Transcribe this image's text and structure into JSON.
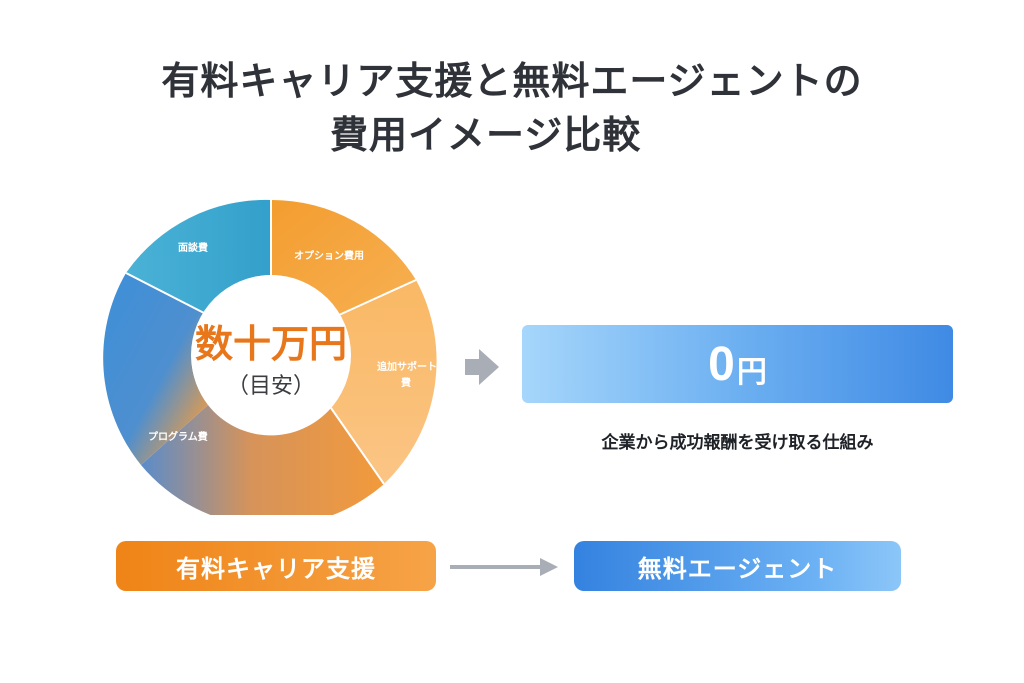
{
  "title": {
    "line1": "有料キャリア支援と無料エージェントの",
    "line2": "費用イメージ比較"
  },
  "donut": {
    "center_main": "数十万円",
    "center_sub": "（目安）",
    "segments": [
      {
        "label": "面談費",
        "color": "#3aa7cf"
      },
      {
        "label": "オプション費用",
        "color": "#f5a43a"
      },
      {
        "label": "追加サポート費",
        "label_line1": "追加サポート",
        "label_line2": "費",
        "color": "#f9ba6b"
      },
      {
        "label": "プログラム費",
        "color": "#3c8ad6"
      }
    ]
  },
  "free_panel": {
    "amount": "0",
    "unit": "円",
    "caption": "企業から成功報酬を受け取る仕組み"
  },
  "comparison": {
    "paid_label": "有料キャリア支援",
    "free_label": "無料エージェント"
  },
  "colors": {
    "orange": "#ef8417",
    "blue": "#3482e0",
    "arrow_gray": "#a9adb5"
  }
}
